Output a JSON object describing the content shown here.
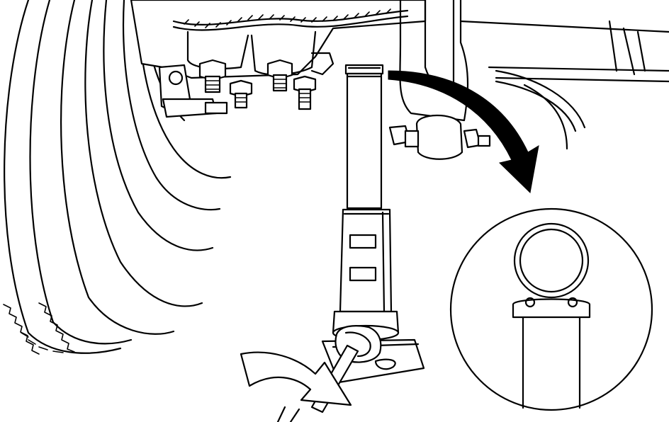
{
  "illustration": {
    "subject": "",
    "components": [
      "tire",
      "axle-housing",
      "lug-bolts",
      "suspension-bushing",
      "screw-jack",
      "jack-handle",
      "detail-inset"
    ],
    "arrows": [
      "lift-direction-arrow",
      "turn-handle-arrow"
    ],
    "colors": {
      "line": "#000000",
      "background": "#ffffff"
    }
  }
}
